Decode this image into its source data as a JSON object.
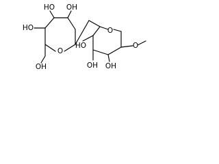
{
  "molecule": {
    "atom_labels": {
      "left_ring_oh_top_left": "HO",
      "left_ring_oh_top_right": "OH",
      "left_ring_oh_mid_left": "HO",
      "left_ring_o": "O",
      "left_ring_ch2oh": "OH",
      "right_ring_ho": "HO",
      "right_ring_o": "O",
      "methoxy_o": "O",
      "right_ring_oh_bottom_left": "OH",
      "right_ring_oh_bottom_right": "OH"
    }
  }
}
